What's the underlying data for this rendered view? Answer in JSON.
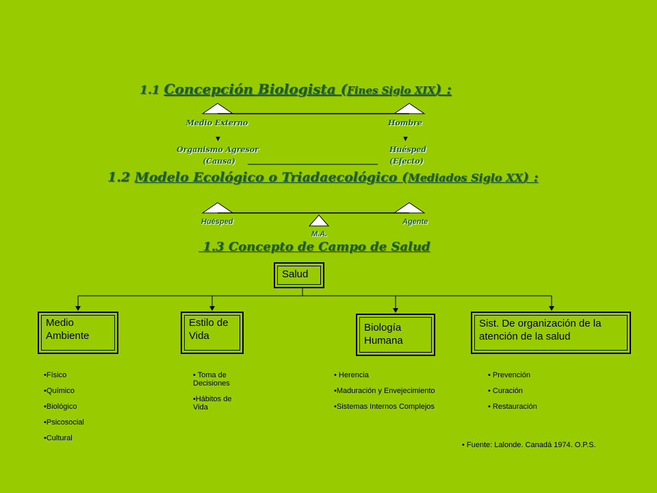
{
  "title1": {
    "num": "1.1 ",
    "main": "Concepción Biologista (",
    "small": "Fines Siglo XIX",
    "end": ") :"
  },
  "title1_labels": {
    "medio_externo": "Medio Externo",
    "hombre": "Hombre",
    "arrow": "▼",
    "organismo_agresor": "Organismo Agresor",
    "causa": "(Causa)",
    "huesped": "Huésped",
    "efecto": "(Efecto)"
  },
  "title2": {
    "num": "1.2 ",
    "main": "Modelo Ecológico o Triadaecológico (",
    "small": "Mediados Siglo XX",
    "end": ") :"
  },
  "title2_labels": {
    "huesped": "Huésped",
    "agente": "Agente",
    "ma": "M.A."
  },
  "title3": " 1.3 Concepto de Campo de Salud",
  "root": "Salud",
  "boxes": [
    {
      "label": "Medio Ambiente"
    },
    {
      "label": "Estilo de Vida"
    },
    {
      "label": "Biología Humana"
    },
    {
      "label": "Sist. De organización de la atención de la salud"
    }
  ],
  "lists": {
    "medio": [
      "•Físico",
      "•Químico",
      "•Biológico",
      "•Psicosocial",
      "•Cultural"
    ],
    "estilo": [
      "• Toma de Decisiones",
      "•Hábitos de Vida"
    ],
    "biologia": [
      "• Herencia",
      "•Maduración y Envejecimiento",
      "•Sistemas Internos Complejos"
    ],
    "sist": [
      "• Prevención",
      "• Curación",
      "• Restauración"
    ]
  },
  "source": "• Fuente: Lalonde. Canadá 1974. O.P.S."
}
